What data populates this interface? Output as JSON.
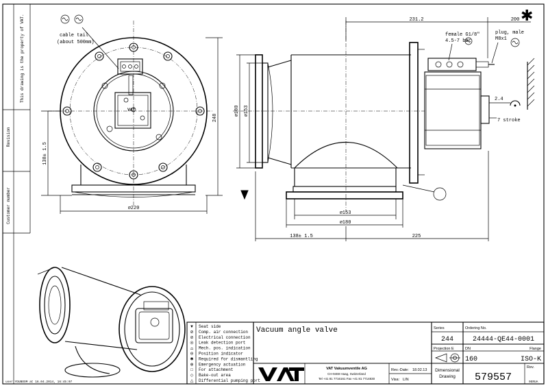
{
  "side_strip": {
    "property_notice": "This drawing is the property of VAT.",
    "revision_label": "Revision",
    "customer_label": "Customer number"
  },
  "bottom_strip": {
    "user_line": "user YDUBOOM at 16.04.2014, 16:45:07",
    "ref": "9ERUA"
  },
  "front_view": {
    "cable_tail_line1": "cable tail",
    "cable_tail_line2": "(about 500mm)",
    "dim_height": "248",
    "dim_center": "138± 1.5",
    "dim_width": "⌀220"
  },
  "side_view": {
    "dim_top": "231.2",
    "dim_top_right": "200",
    "female_line1": "female G1/8\"",
    "female_line2": "4.5-7 bar",
    "plug_line1": "plug, male",
    "plug_line2": "M8x1",
    "dim_flange_outer": "⌀180",
    "dim_flange_inner": "⌀153",
    "dim_stroke_small": "2.4",
    "dim_stroke": "7 stroke",
    "dim_bottom_inner": "⌀153",
    "dim_bottom_outer": "⌀180",
    "dim_left_bottom": "138± 1.5",
    "dim_right_bottom": "225"
  },
  "legend": [
    {
      "symbol": "▼",
      "label": "Seat side"
    },
    {
      "symbol": "⊘",
      "label": "Comp. air connection"
    },
    {
      "symbol": "⊘",
      "label": "Electrical connection"
    },
    {
      "symbol": "◎",
      "label": "Leak detection port"
    },
    {
      "symbol": "⌓",
      "label": "Mech. pos. indication"
    },
    {
      "symbol": "⊖",
      "label": "Position indicator"
    },
    {
      "symbol": "✱",
      "label": "Required for dismantling"
    },
    {
      "symbol": "⊕",
      "label": "Emergency actuation"
    },
    {
      "symbol": "□",
      "label": "For attachment"
    },
    {
      "symbol": "◇",
      "label": "Bake-out area"
    },
    {
      "symbol": "△",
      "label": "Differential pumping port"
    }
  ],
  "title_block": {
    "title": "Vacuum angle valve",
    "series_label": "Series",
    "series_value": "244",
    "ordering_label": "Ordering No.",
    "ordering_value": "24444-QE44-0001",
    "projection_label": "Projection E",
    "dn_label": "DN",
    "dn_value": "160",
    "flange_label": "Flange",
    "flange_value": "ISO-K",
    "company_name": "VAT Vakuumventile AG",
    "company_addr": "CH-9469 Haag, Switzerland",
    "company_tel": "Tel +41 81 7716161 Fax +41 81 7714830",
    "rev_date_label": "Rev.-Date:",
    "rev_date_value": "18.02.13",
    "visa_label": "Visa:",
    "visa_value": "LIN",
    "dim_drawing_line1": "Dimensional",
    "dim_drawing_line2": "Drawing",
    "drawing_no": "579557",
    "rev_label": "Rev."
  }
}
